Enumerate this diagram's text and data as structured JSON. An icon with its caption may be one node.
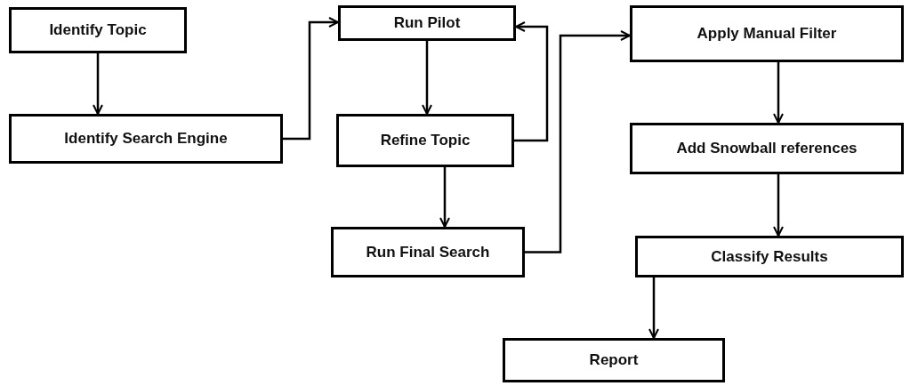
{
  "diagram": {
    "nodes": [
      {
        "text": [
          "Identify Topic"
        ]
      },
      {
        "text": [
          "Identify Search Engine"
        ]
      },
      {
        "text": [
          "Run Pilot"
        ]
      },
      {
        "text": [
          "Refine Topic"
        ]
      },
      {
        "text": [
          "Run Final Search"
        ]
      },
      {
        "text": [
          "Apply Manual Filter"
        ]
      },
      {
        "text": [
          "Add Snowball references"
        ]
      },
      {
        "text": [
          "Classify Results"
        ]
      },
      {
        "text": [
          "Report"
        ]
      }
    ],
    "edges": [
      {
        "from": 0,
        "to": 1,
        "arrow": "to"
      },
      {
        "from": 1,
        "to": 2,
        "arrow": "to"
      },
      {
        "from": 2,
        "to": 3,
        "arrow": "to"
      },
      {
        "from": 3,
        "to": 2,
        "arrow": "to"
      },
      {
        "from": 3,
        "to": 4,
        "arrow": "to"
      },
      {
        "from": 4,
        "to": 5,
        "arrow": "to"
      },
      {
        "from": 5,
        "to": 6,
        "arrow": "to"
      },
      {
        "from": 6,
        "to": 7,
        "arrow": "to"
      },
      {
        "from": 7,
        "to": 8,
        "arrow": "to"
      }
    ]
  }
}
